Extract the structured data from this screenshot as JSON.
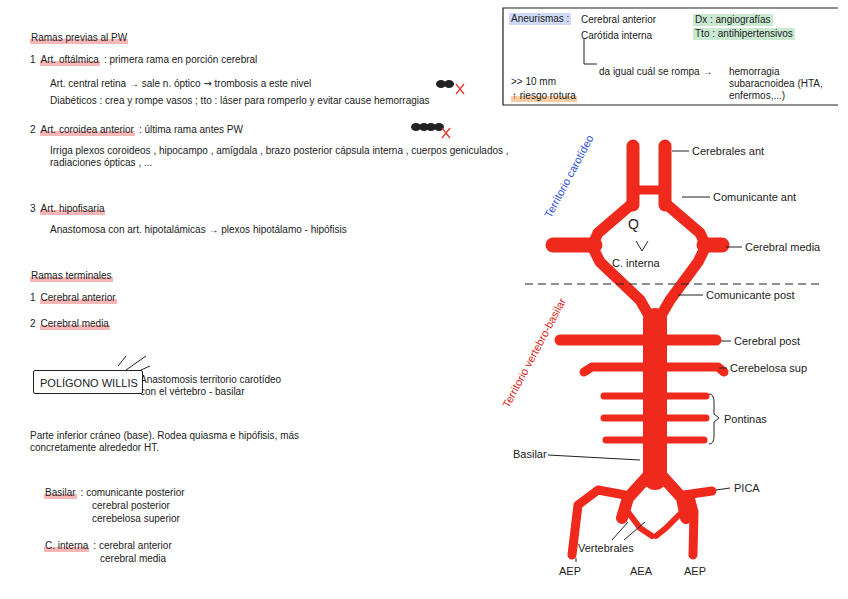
{
  "diagram": {
    "nodes": [
      {
        "text": [
          "Aneurismas :",
          "Cerebral anterior",
          "Carótida interna",
          "Dx : angiografías",
          "Tto : antihipertensivos",
          "da igual cuál se rompa →",
          "hemorragia subaracnoidea (HTA, enfermos,...)",
          ">> 10 mm",
          "↑ riesgo rotura"
        ]
      },
      {
        "text": [
          "POLÍGONO WILLIS"
        ]
      }
    ],
    "labels": [
      "Ramas previas al PW",
      "1",
      "Art. oftálmica",
      ": primera rama en porción cerebral",
      "Art. central retina → sale n. óptico ⇝ trombosis a este nivel",
      "Diabéticos : crea y rompe vasos ; tto : láser para romperlo y evitar cause hemorragias",
      "2",
      "Art. coroidea anterior",
      ": última rama antes PW",
      "Irriga plexos coroideos , hipocampo , amígdala , brazo posterior cápsula interna , cuerpos geniculados , radiaciones ópticas , ...",
      "3",
      "Art. hipofisaria",
      "Anastomosa con art. hipotalámicas → plexos hipotálamo - hipófisis",
      "Ramas terminales",
      "1",
      "Cerebral anterior",
      "2",
      "Cerebral media",
      "Anastomosis territorio carotídeo con el vértebro - basilar",
      "Parte inferior cráneo (base). Rodea quiasma e hipófisis, más concretamente alrededor HT.",
      "Basilar",
      ": comunicante posterior",
      "cerebral posterior",
      "cerebelosa superior",
      "C. interna",
      ": cerebral anterior",
      "cerebral media",
      "Cerebrales ant",
      "Comunicante ant",
      "Cerebral media",
      "Q",
      "C. interna",
      "Comunicante post",
      "Cerebral post",
      "Cerebelosa sup",
      "Pontinas",
      "Basilar",
      "PICA",
      "Vertebrales",
      "AEP",
      "AEA",
      "AEP",
      "Territorio carotídeo",
      "Territorio vertebro-basilar"
    ]
  }
}
